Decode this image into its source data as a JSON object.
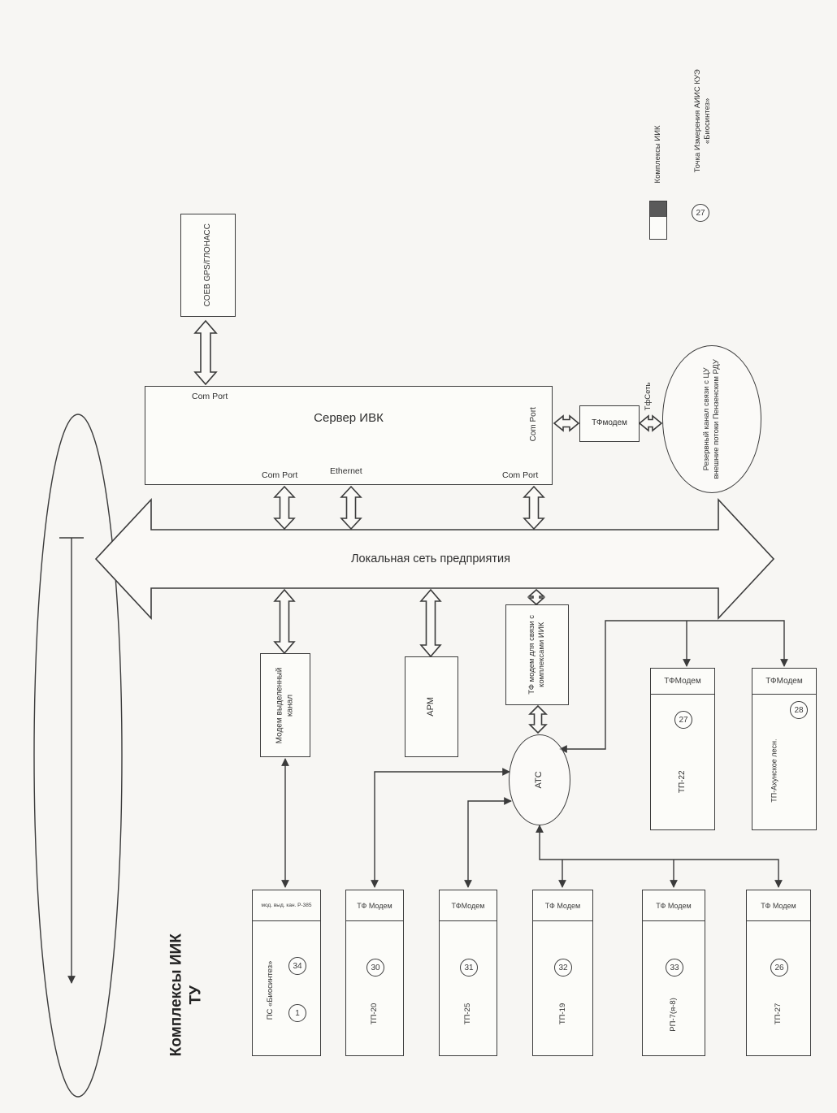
{
  "title": "Комплексы ИИК ТУ",
  "legend": {
    "items": [
      {
        "icon": "complex-rect-icon",
        "label": "Комплексы ИИК"
      },
      {
        "icon": "measure-point-circle-icon",
        "number": "27",
        "label": "Точка Измерения АИИС КУЭ «Биосинтез»"
      }
    ]
  },
  "nodes": {
    "soev": "СОЕВ GPS/ГЛОНАСС",
    "server": "Сервер ИВК",
    "server_ports": {
      "top": "Com Port",
      "right": "Com Port",
      "bottom_left": "Com Port",
      "bottom_center": "Ethernet",
      "bottom_right": "Com Port"
    },
    "tf_modem": "ТФмодем",
    "tf_net": "ТфСеть",
    "reserve": "Резервный канал связи с ЦУ внешние потоки Пензенским РДУ",
    "lan": "Локальная сеть предприятия",
    "modem_dedicated": "Модем выделенный канал",
    "arm": "АРМ",
    "tf_modem_iik": "ТФ модем для связи с комплексами ИИК",
    "ats": "АТС"
  },
  "remote_units": [
    {
      "header": "ТФМодем",
      "label": "ТП-22",
      "number": "27"
    },
    {
      "header": "ТФМодем",
      "label": "ТП-Ахунское лесн.",
      "number": "28"
    }
  ],
  "bottom_units": [
    {
      "header": "мод. выд. кан. Р-385",
      "label": "ПС «Биосинтез»",
      "number_a": "34",
      "number_b": "1"
    },
    {
      "header": "ТФ Модем",
      "label": "ТП-20",
      "number": "30"
    },
    {
      "header": "ТФМодем",
      "label": "ТП-25",
      "number": "31"
    },
    {
      "header": "ТФ Модем",
      "label": "ТП-19",
      "number": "32"
    },
    {
      "header": "ТФ Модем",
      "label": "РП-7(я-8)",
      "number": "33"
    },
    {
      "header": "ТФ Модем",
      "label": "ТП-27",
      "number": "26"
    }
  ]
}
